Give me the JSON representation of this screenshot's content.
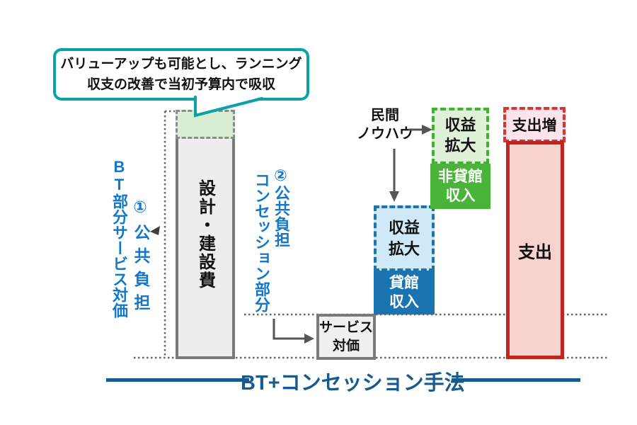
{
  "callout": {
    "line1": "バリューアップも可能とし、ランニング",
    "line2": "収支の改善で当初予算内で吸収"
  },
  "labels": {
    "bt_prefix": "BT",
    "bt_suffix": "部分サービス対価",
    "public_burden_1": "①公共負担",
    "public_burden_2": "②公共負担",
    "concession_part": "コンセッション部分",
    "private_line1": "民間",
    "private_line2": "ノウハウ"
  },
  "boxes": {
    "construction": "設計・建設費",
    "service": {
      "line1": "サービス",
      "line2": "対価"
    },
    "revenue_expand_blue": {
      "line1": "収益",
      "line2": "拡大"
    },
    "rental_income": {
      "line1": "貸館",
      "line2": "収入"
    },
    "revenue_expand_green": {
      "line1": "収益",
      "line2": "拡大"
    },
    "non_rental_income": {
      "line1": "非貸館",
      "line2": "収入"
    },
    "expense_increase": "支出増",
    "expense": "支出"
  },
  "title": "BT+コンセッション手法",
  "colors": {
    "blue_label_text": "#1577c8",
    "callout_teal": "#0ba2a6",
    "blue_solid": "#1a74b0",
    "blue_light": "#cfe9f7",
    "green_solid": "#4ab339",
    "green_dash_border": "#3eb231",
    "green_light": "#e0f1d9",
    "green_pale_overlay": "#d9edd2",
    "red_border": "#bf2620",
    "red_dash_border": "#dd3333",
    "red_light": "#f8d2ce",
    "pink_light": "#fce4ec",
    "gray_border": "#7a7a7a",
    "gray_fill": "#ededed",
    "title_blue": "#185a8d"
  }
}
